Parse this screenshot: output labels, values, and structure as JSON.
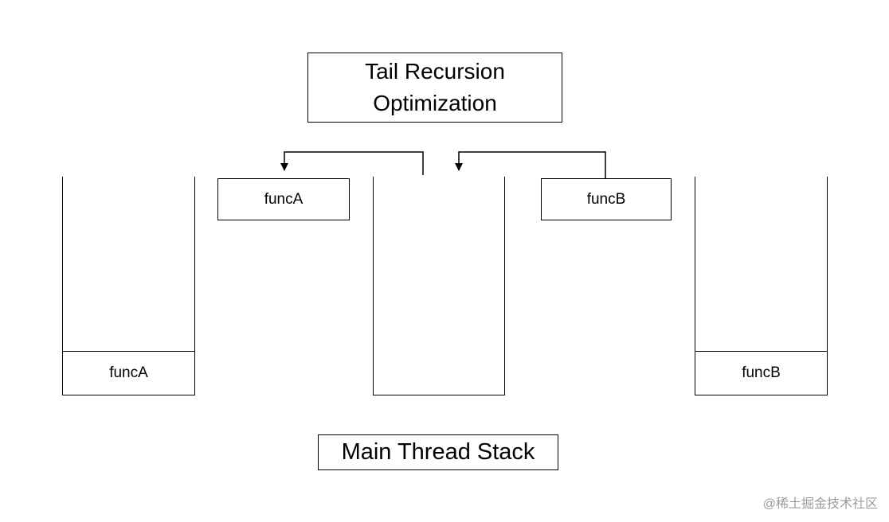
{
  "diagram": {
    "title": "Tail Recursion Optimization",
    "caption": "Main Thread Stack",
    "watermark": "@稀土掘金技术社区",
    "line_color": "#000000",
    "stacks": {
      "left": {
        "frame_label": "funcA"
      },
      "center": {
        "frame_label": ""
      },
      "right": {
        "frame_label": "funcB"
      }
    },
    "popped_frames": {
      "funcA": {
        "label": "funcA"
      },
      "funcB": {
        "label": "funcB"
      }
    }
  }
}
